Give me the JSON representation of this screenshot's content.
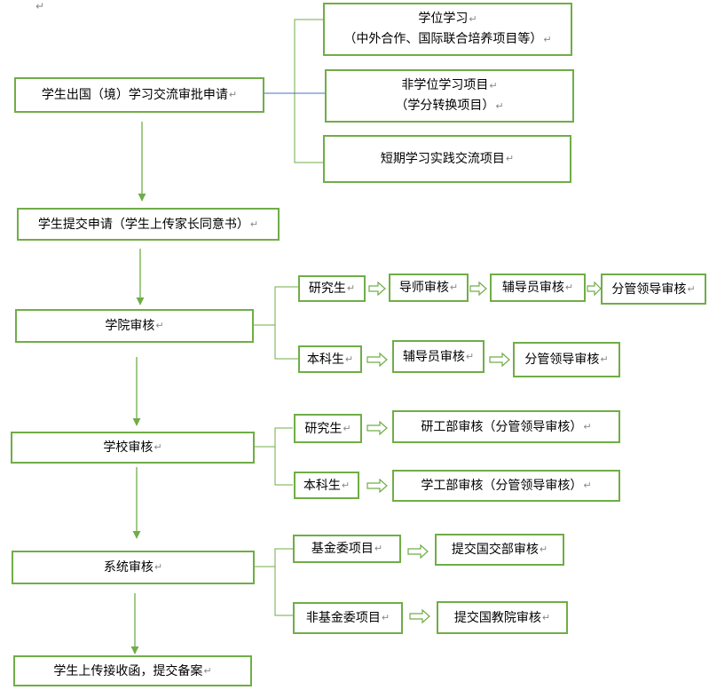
{
  "paragraph_mark": "↵",
  "main_flow": {
    "apply": "学生出国（境）学习交流审批申请",
    "submit": "学生提交申请（学生上传家长同意书）",
    "college": "学院审核",
    "school": "学校审核",
    "system": "系统审核",
    "upload": "学生上传接收函，提交备案"
  },
  "project_types": {
    "degree_line1": "学位学习",
    "degree_line2": "（中外合作、国际联合培养项目等）",
    "nondegree_line1": "非学位学习项目",
    "nondegree_line2": "（学分转换项目）",
    "short": "短期学习实践交流项目"
  },
  "college_review": {
    "grad": "研究生",
    "grad_step1": "导师审核",
    "grad_step2": "辅导员审核",
    "grad_step3": "分管领导审核",
    "ug": "本科生",
    "ug_step1": "辅导员审核",
    "ug_step2": "分管领导审核"
  },
  "school_review": {
    "grad": "研究生",
    "grad_step": "研工部审核（分管领导审核）",
    "ug": "本科生",
    "ug_step": "学工部审核（分管领导审核）"
  },
  "system_review": {
    "csc": "基金委项目",
    "csc_step": "提交国交部审核",
    "noncsc": "非基金委项目",
    "noncsc_step": "提交国教院审核"
  },
  "colors": {
    "accent": "#70ad47",
    "connector_blue": "#4472c4"
  }
}
